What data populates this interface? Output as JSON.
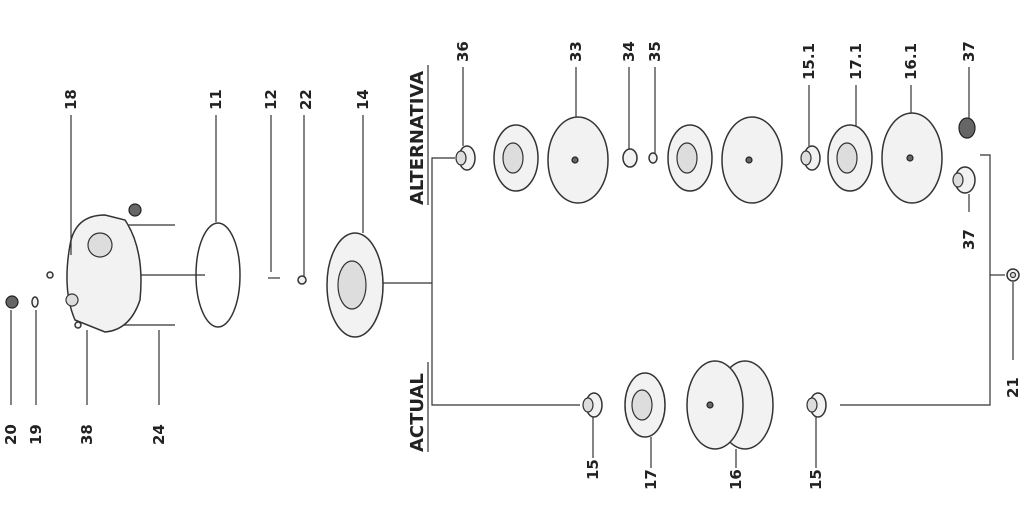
{
  "groups": {
    "alternative": "ALTERNATIVA",
    "current": "ACTUAL"
  },
  "labels": {
    "p20": "20",
    "p19": "19",
    "p38": "38",
    "p24": "24",
    "p18": "18",
    "p11": "11",
    "p12": "12",
    "p22": "22",
    "p14": "14",
    "p36": "36",
    "p33": "33",
    "p34": "34",
    "p35": "35",
    "p15_1": "15.1",
    "p17_1": "17.1",
    "p16_1": "16.1",
    "p37_top": "37",
    "p37_mid": "37",
    "p21": "21",
    "p15_left": "15",
    "p17": "17",
    "p16": "16",
    "p15_right": "15"
  }
}
